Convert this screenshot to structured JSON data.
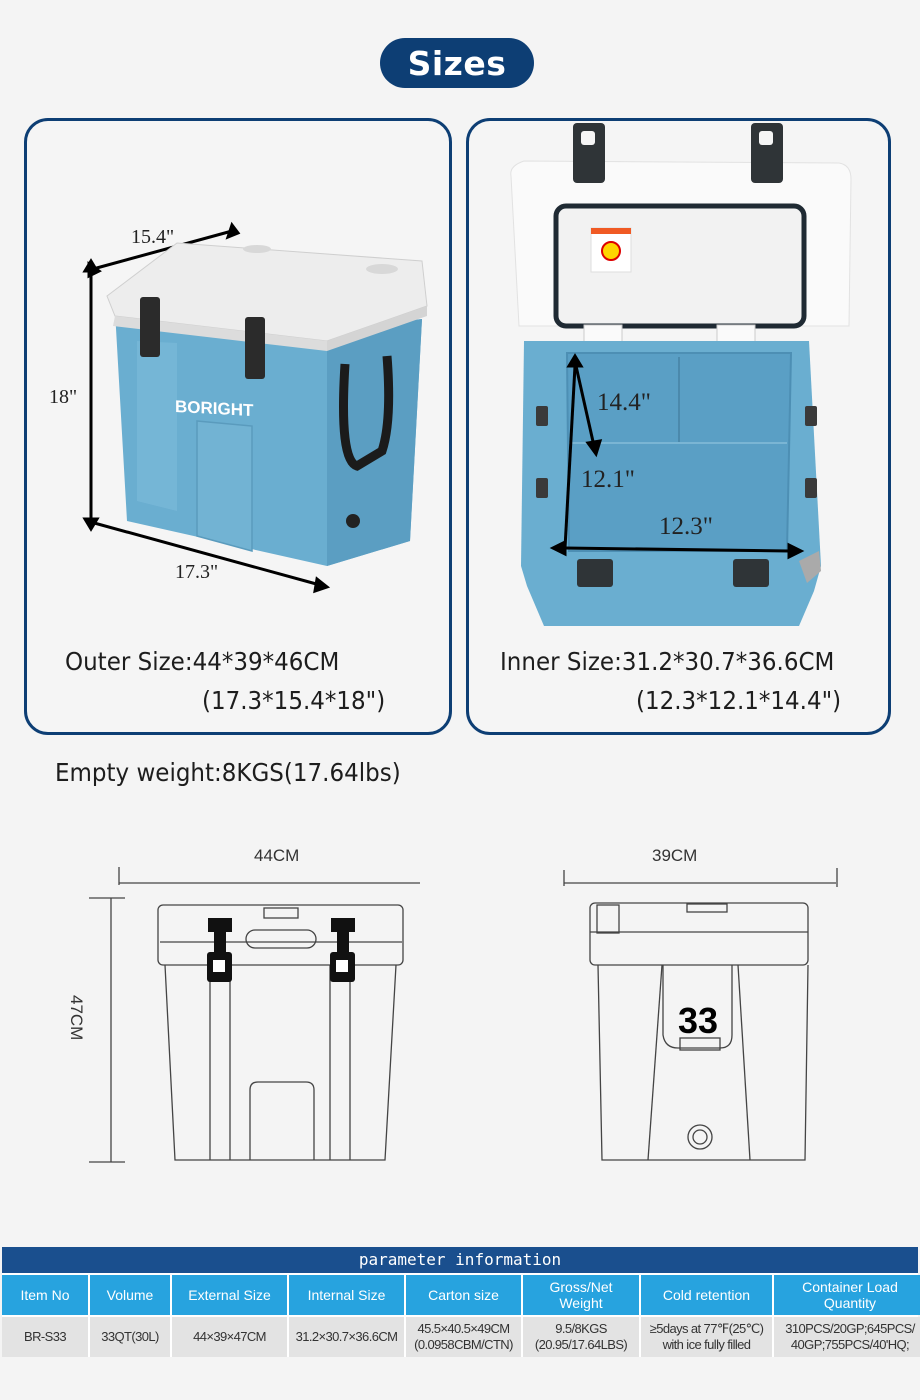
{
  "header": {
    "title": "Sizes"
  },
  "outer_card": {
    "dims": {
      "width": "15.4\"",
      "height": "18\"",
      "length": "17.3\""
    },
    "brand": "BORIGHT",
    "line1": "Outer Size:44*39*46CM",
    "line2": "(17.3*15.4*18\")"
  },
  "inner_card": {
    "dims": {
      "height": "14.4\"",
      "depth": "12.1\"",
      "length": "12.3\""
    },
    "line1": "Inner Size:31.2*30.7*36.6CM",
    "line2": "(12.3*12.1*14.4\")"
  },
  "empty_weight": "Empty weight:8KGS(17.64lbs)",
  "drawings": {
    "front": {
      "width_label": "44CM",
      "height_label": "47CM"
    },
    "side": {
      "width_label": "39CM",
      "model_number": "33"
    }
  },
  "table": {
    "title": "parameter information",
    "headers": [
      "Item No",
      "Volume",
      "External Size",
      "Internal Size",
      "Carton size",
      "Gross/Net Weight",
      "Cold retention",
      "Container Load Quantity"
    ],
    "rows": [
      [
        "BR-S33",
        "33QT(30L)",
        "44×39×47CM",
        "31.2×30.7×36.6CM",
        "45.5×40.5×49CM (0.0958CBM/CTN)",
        "9.5/8KGS (20.95/17.64LBS)",
        "≥5days at 77℉(25℃) with ice fully filled",
        "310PCS/20GP;645PCS/ 40GP;755PCS/40'HQ;"
      ]
    ]
  },
  "colors": {
    "navy": "#0d3e74",
    "header_blue": "#27a3df",
    "title_bar": "#1a4f8e",
    "cooler_blue": "#6aaed0",
    "row_gray": "#e3e3e3"
  }
}
